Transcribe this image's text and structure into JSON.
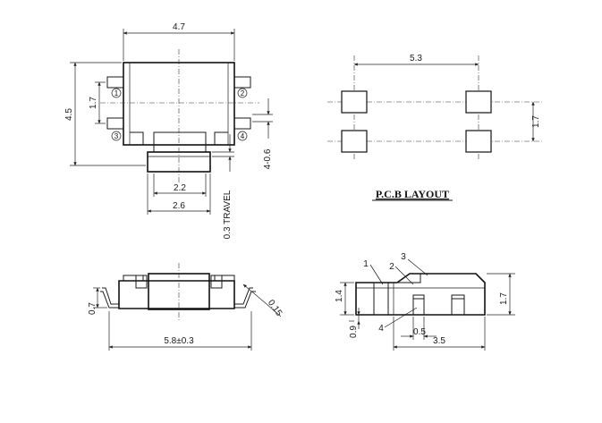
{
  "top_view": {
    "dim_width": "4.7",
    "dim_height": "4.5",
    "dim_pin_pitch": "1.7",
    "dim_plunger_width": "2.2",
    "dim_actuator_width": "2.6",
    "dim_stem": "4-0.6",
    "dim_travel": "0.3 TRAVEL",
    "pin_markers": [
      "1",
      "2",
      "3",
      "4"
    ]
  },
  "pcb_layout": {
    "title": "P.C.B LAYOUT",
    "dim_pad_pitch_x": "5.3",
    "dim_pad_pitch_y": "1.7"
  },
  "front_view": {
    "dim_lead_height": "0.7",
    "dim_total_length": "5.8±0.3",
    "dim_lead_thickness": "0.15"
  },
  "side_view": {
    "callouts": [
      "1",
      "2",
      "3",
      "4"
    ],
    "dim_body_height": "1.4",
    "dim_total_height": "1.7",
    "dim_base": "0.9",
    "dim_gap": "0.5",
    "dim_length": "3.5"
  }
}
